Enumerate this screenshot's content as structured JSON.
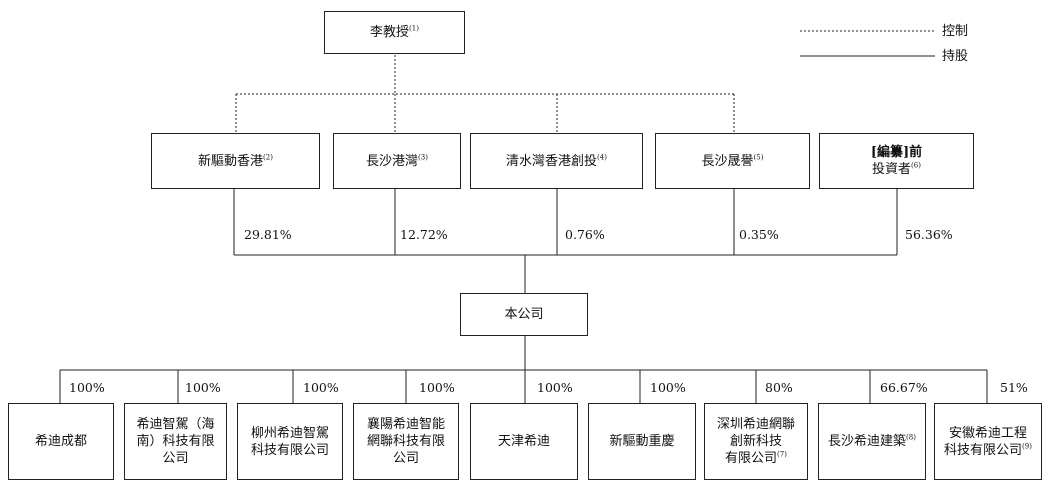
{
  "professor": {
    "name": "李教授",
    "note": "(1)"
  },
  "legend": {
    "control": "控制",
    "holding": "持股"
  },
  "shareholders": [
    {
      "name": "新驅動香港",
      "note": "(2)",
      "pct": "29.81%"
    },
    {
      "name": "長沙港灣",
      "note": "(3)",
      "pct": "12.72%"
    },
    {
      "name": "清水灣香港創投",
      "note": "(4)",
      "pct": "0.76%"
    },
    {
      "name": "長沙晟譽",
      "note": "(5)",
      "pct": "0.35%"
    },
    {
      "name": "[編纂]前",
      "name2": "投資者",
      "note": "(6)",
      "pct": "56.36%"
    }
  ],
  "company": {
    "name": "本公司"
  },
  "subsidiaries": [
    {
      "lines": [
        "希迪成都"
      ],
      "note": "",
      "pct": "100%"
    },
    {
      "lines": [
        "希迪智駕（海",
        "南）科技有限",
        "公司"
      ],
      "note": "",
      "pct": "100%"
    },
    {
      "lines": [
        "柳州希迪智駕",
        "科技有限公司"
      ],
      "note": "",
      "pct": "100%"
    },
    {
      "lines": [
        "襄陽希迪智能",
        "網聯科技有限",
        "公司"
      ],
      "note": "",
      "pct": "100%"
    },
    {
      "lines": [
        "天津希迪"
      ],
      "note": "",
      "pct": "100%"
    },
    {
      "lines": [
        "新驅動重慶"
      ],
      "note": "",
      "pct": "100%"
    },
    {
      "lines": [
        "深圳希迪網聯",
        "創新科技",
        "有限公司"
      ],
      "note": "(7)",
      "pct": "80%"
    },
    {
      "lines": [
        "長沙希迪建築"
      ],
      "note": "(8)",
      "pct": "66.67%"
    },
    {
      "lines": [
        "安徽希迪工程",
        "科技有限公司"
      ],
      "note": "(9)",
      "pct": "51%"
    }
  ]
}
